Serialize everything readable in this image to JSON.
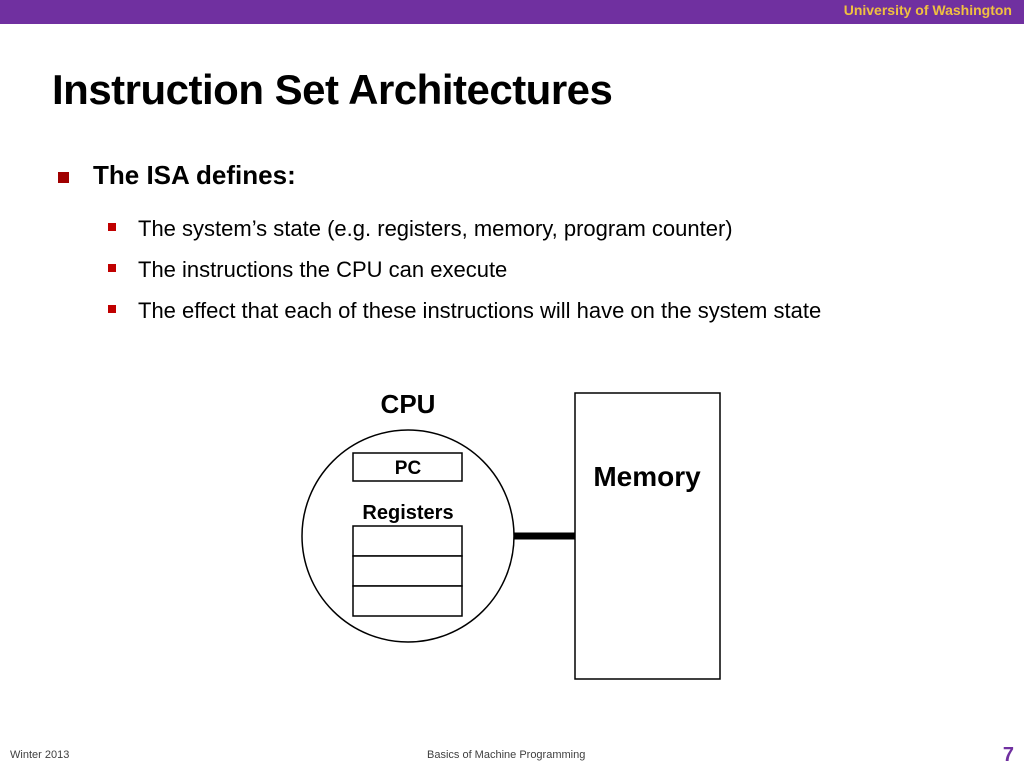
{
  "header": {
    "institution": "University of Washington"
  },
  "slide": {
    "title": "Instruction Set Architectures",
    "bullet": "The ISA defines:",
    "sub_bullets": [
      "The system’s state (e.g. registers, memory, program counter)",
      "The instructions the CPU can execute",
      "The effect that each of these instructions will have on the system state"
    ]
  },
  "diagram": {
    "cpu_label": "CPU",
    "pc_label": "PC",
    "registers_label": "Registers",
    "memory_label": "Memory"
  },
  "footer": {
    "left": "Winter 2013",
    "center": "Basics of Machine Programming",
    "page_number": "7"
  },
  "colors": {
    "header_bar": "#7030a0",
    "header_text": "#f0c040",
    "bullet_marker": "#a00000",
    "page_number": "#7030a0"
  }
}
